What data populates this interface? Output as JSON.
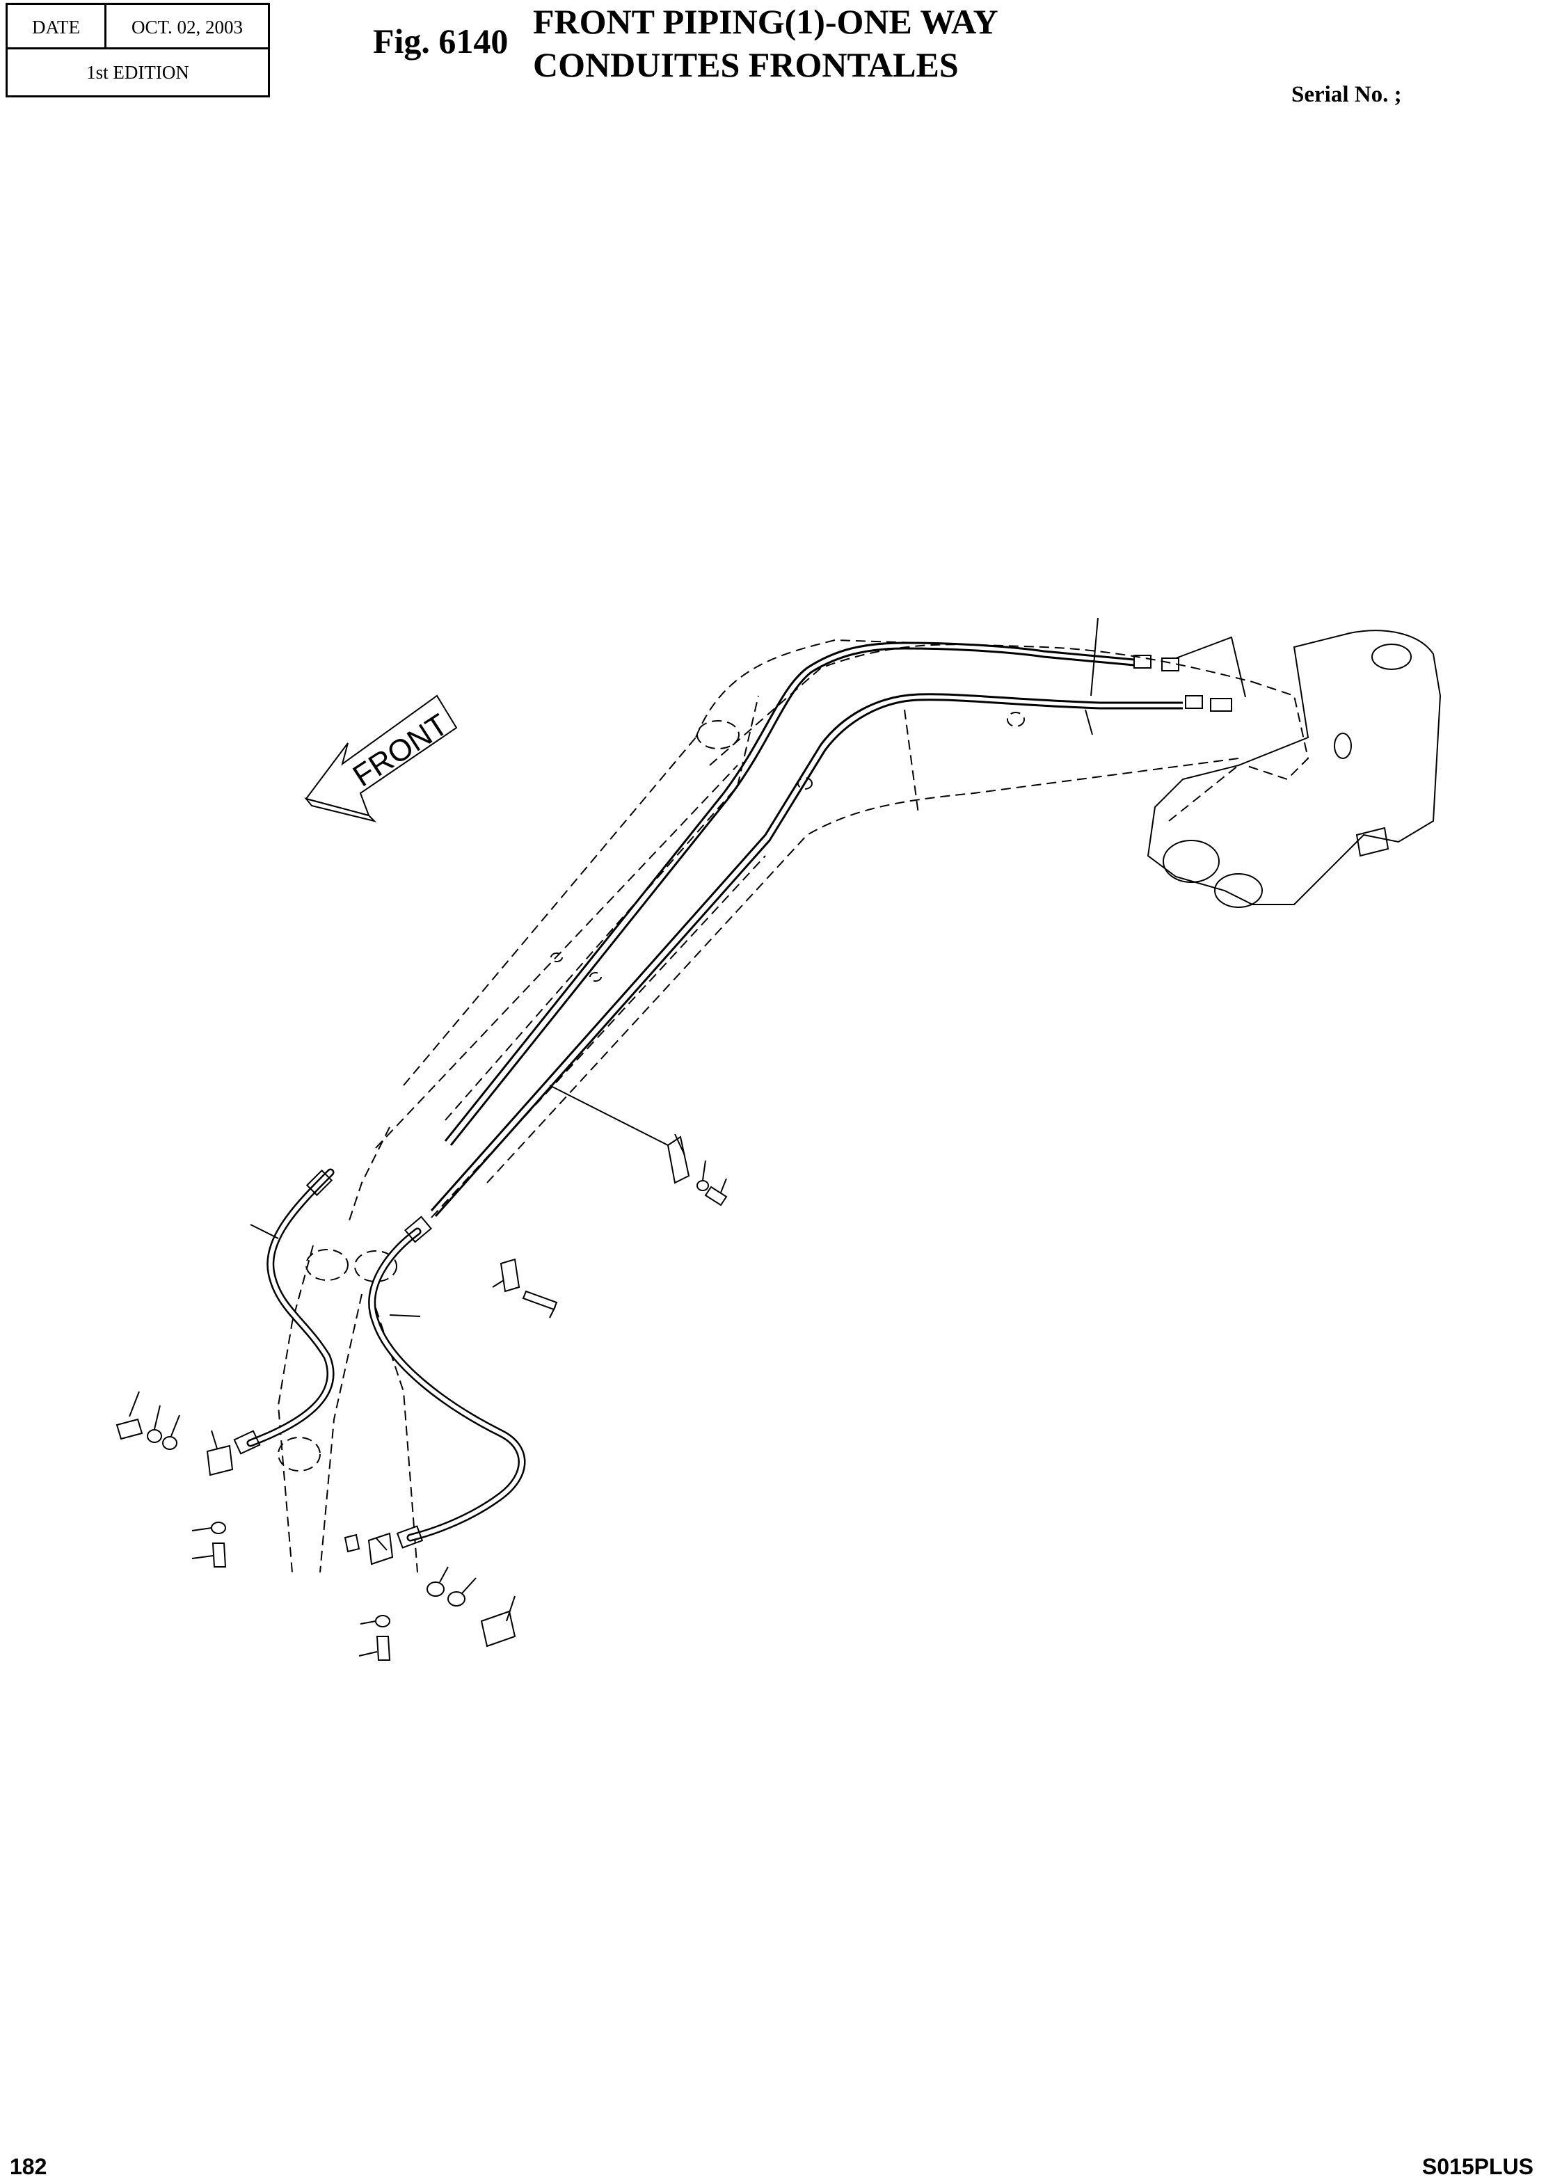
{
  "header": {
    "date_label": "DATE",
    "date_value": "OCT. 02, 2003",
    "edition": "1st EDITION",
    "fig_number": "Fig. 6140",
    "title_en": "FRONT PIPING(1)-ONE WAY",
    "title_fr": "CONDUITES FRONTALES",
    "serial": "Serial No. ;"
  },
  "drawing": {
    "arrow_label": "FRONT",
    "icon": "exploded-parts-diagram-icon"
  },
  "footer": {
    "page": "182",
    "model": "S015PLUS"
  }
}
